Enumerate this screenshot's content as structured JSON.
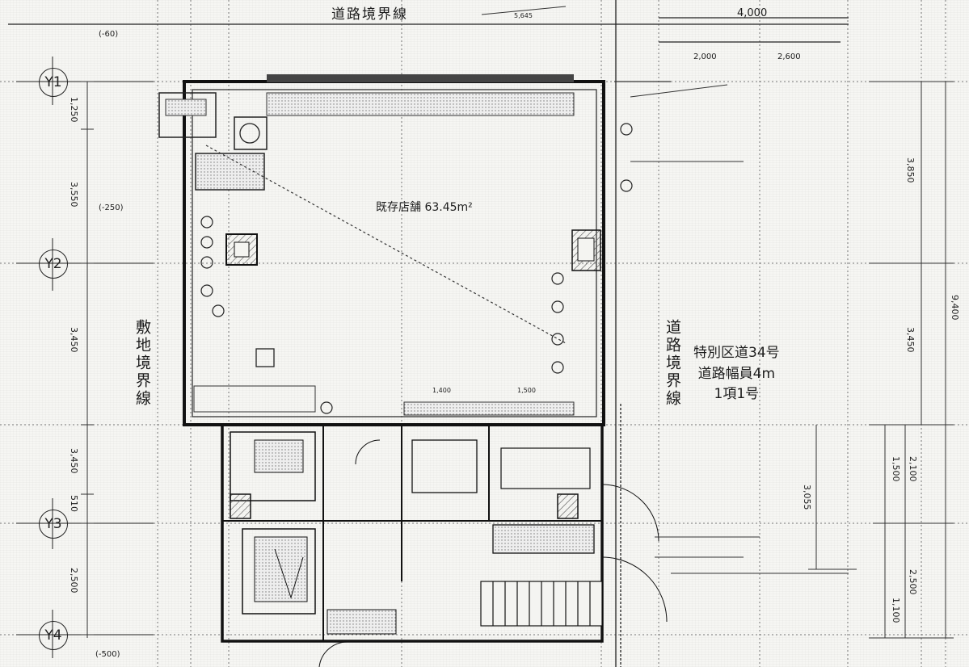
{
  "axes": {
    "y1": "Y1",
    "y2": "Y2",
    "y3": "Y3",
    "y4": "Y4"
  },
  "top_labels": {
    "road_boundary": "道路境界線",
    "dim_4000": "4,000",
    "dim_2000": "2,000",
    "dim_2600": "2,600",
    "minus_60": "(-60)",
    "minus_250": "(-250)",
    "minus_500": "(-500)",
    "dim_5645": "5,645"
  },
  "left_dims": {
    "d1250": "1,250",
    "d3550": "3,550",
    "d3450": "3,450",
    "d3450b": "3,450",
    "d510": "510",
    "d2500": "2,500"
  },
  "right_dims": {
    "d3850": "3,850",
    "d3450": "3,450",
    "d9400": "9,400",
    "d3055": "3,055",
    "d2100": "2,100",
    "d2500": "2,500",
    "d1500": "1,500",
    "d1100": "1,100"
  },
  "site": {
    "boundary_label": "敷地境界線",
    "road_label": "道路境界線",
    "street_line1": "特別区道34号",
    "street_line2": "道路幅員4m",
    "street_line3": "1項1号"
  },
  "rooms": {
    "main_room": "既存店舗 63.45m²",
    "dim_1400": "1,400",
    "dim_1500": "1,500"
  }
}
